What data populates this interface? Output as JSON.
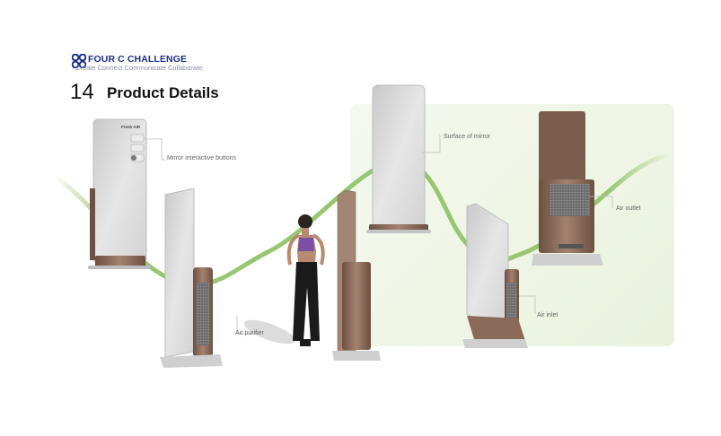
{
  "brand": {
    "name": "FOUR C CHALLENGE",
    "tagline": "Create Connect Communicate Collaborate",
    "logo_color": "#1e2f86"
  },
  "page": {
    "number": "14",
    "title": "Product Details"
  },
  "device": {
    "screen_logo": "Fresh AIR",
    "accent_color": "#8a6a58",
    "panel_color": "#d9d9d9"
  },
  "callouts": {
    "mirror_buttons": "Mirror interactive buttons",
    "surface_of_mirror": "Surface of mirror",
    "air_outlet": "Air outlet",
    "air_purifier": "Air purifier",
    "air_inlet": "Air inlet"
  },
  "colors": {
    "wave": "#8dc063",
    "background_panel": "#eef5e4"
  }
}
